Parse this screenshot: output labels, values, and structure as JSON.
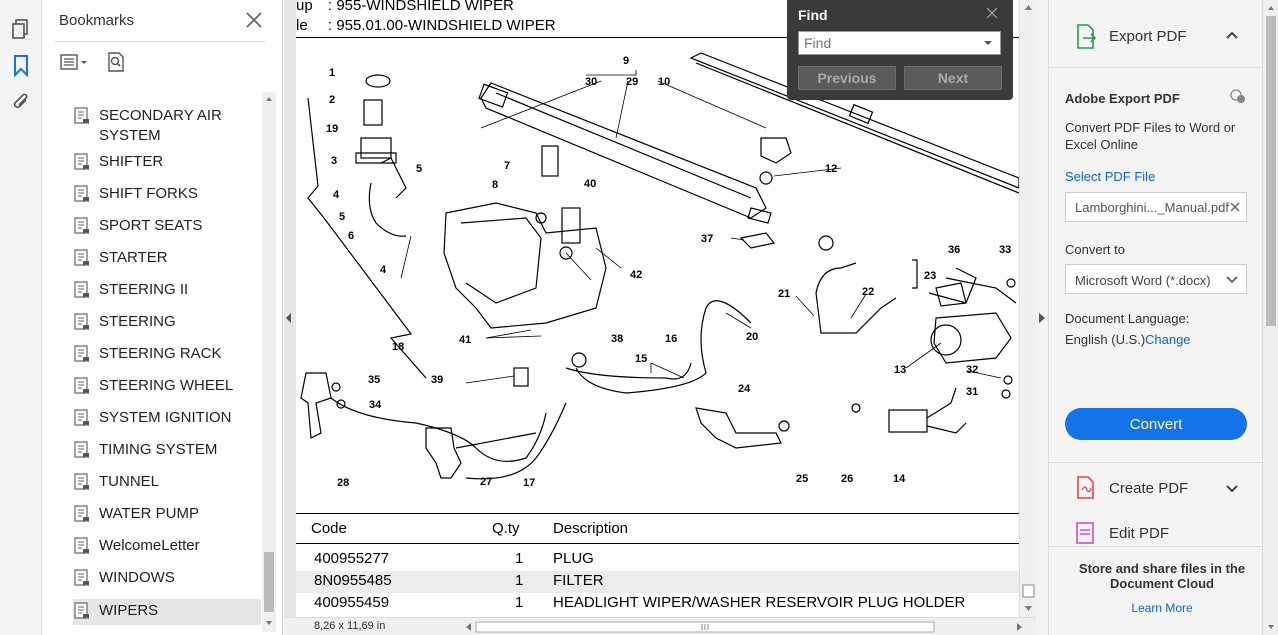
{
  "bookmarks": {
    "title": "Bookmarks",
    "items": [
      {
        "label": "SECONDARY AIR SYSTEM"
      },
      {
        "label": "SHIFTER"
      },
      {
        "label": "SHIFT FORKS"
      },
      {
        "label": "SPORT SEATS"
      },
      {
        "label": "STARTER"
      },
      {
        "label": "STEERING II"
      },
      {
        "label": "STEERING"
      },
      {
        "label": "STEERING RACK"
      },
      {
        "label": "STEERING WHEEL"
      },
      {
        "label": "SYSTEM IGNITION"
      },
      {
        "label": "TIMING SYSTEM"
      },
      {
        "label": "TUNNEL"
      },
      {
        "label": "WATER PUMP"
      },
      {
        "label": "WelcomeLetter"
      },
      {
        "label": "WINDOWS"
      },
      {
        "label": "WIPERS"
      }
    ]
  },
  "document": {
    "header_line1_prefix": "up",
    "header_line1_value": ": 955-WINDSHIELD WIPER",
    "header_line2_prefix": "le",
    "header_line2_value": ": 955.01.00-WINDSHIELD WIPER",
    "callouts": [
      "1",
      "2",
      "19",
      "3",
      "4",
      "5",
      "6",
      "5",
      "4",
      "7",
      "8",
      "40",
      "9",
      "30",
      "29",
      "10",
      "12",
      "37",
      "36",
      "33",
      "23",
      "22",
      "21",
      "42",
      "18",
      "41",
      "38",
      "16",
      "15",
      "20",
      "13",
      "32",
      "31",
      "35",
      "34",
      "39",
      "24",
      "28",
      "27",
      "17",
      "25",
      "26",
      "14"
    ],
    "table": {
      "headers": [
        "Code",
        "Q.ty",
        "Description"
      ],
      "rows": [
        [
          "400955277",
          "1",
          "PLUG"
        ],
        [
          "8N0955485",
          "1",
          "FILTER"
        ],
        [
          "400955459",
          "1",
          "HEADLIGHT WIPER/WASHER RESERVOIR PLUG HOLDER"
        ]
      ]
    },
    "page_size": "8,26 x 11,69 in"
  },
  "find": {
    "title": "Find",
    "placeholder": "Find",
    "previous": "Previous",
    "next": "Next"
  },
  "right_panel": {
    "export_title": "Export PDF",
    "adobe_export": "Adobe Export PDF",
    "convert_desc": "Convert PDF Files to Word or Excel Online",
    "select_file": "Select PDF File",
    "file_name": "Lamborghini..._Manual.pdf",
    "convert_to": "Convert to",
    "format": "Microsoft Word (*.docx)",
    "doc_lang": "Document Language:",
    "lang": "English (U.S.)",
    "change": "Change",
    "convert_btn": "Convert",
    "create_pdf": "Create PDF",
    "edit_pdf": "Edit PDF",
    "store_share": "Store and share files in the Document Cloud",
    "learn_more": "Learn More",
    "accent_color": "#1473e6",
    "link_color": "#1066c8"
  }
}
